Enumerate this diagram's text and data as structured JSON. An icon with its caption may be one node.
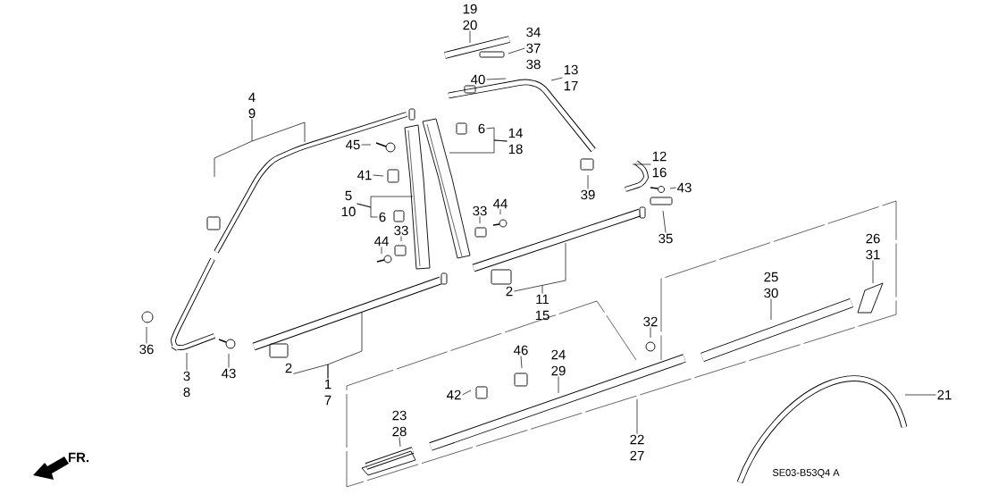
{
  "diagram": {
    "nodes": [
      {
        "text": [
          "19",
          "20"
        ]
      },
      {
        "text": [
          "34",
          "37",
          "38"
        ]
      },
      {
        "text": [
          "40"
        ]
      },
      {
        "text": [
          "13",
          "17"
        ]
      },
      {
        "text": [
          "4",
          "9"
        ]
      },
      {
        "text": [
          "14",
          "18"
        ]
      },
      {
        "text": [
          "45"
        ]
      },
      {
        "text": [
          "12",
          "16"
        ]
      },
      {
        "text": [
          "41"
        ]
      },
      {
        "text": [
          "43"
        ]
      },
      {
        "text": [
          "39"
        ]
      },
      {
        "text": [
          "5",
          "10"
        ]
      },
      {
        "text": [
          "33"
        ]
      },
      {
        "text": [
          "44"
        ]
      },
      {
        "text": [
          "33"
        ]
      },
      {
        "text": [
          "35"
        ]
      },
      {
        "text": [
          "26",
          "31"
        ]
      },
      {
        "text": [
          "44"
        ]
      },
      {
        "text": [
          "25",
          "30"
        ]
      },
      {
        "text": [
          "11",
          "15"
        ]
      },
      {
        "text": [
          "36"
        ]
      },
      {
        "text": [
          "32"
        ]
      },
      {
        "text": [
          "24",
          "29"
        ]
      },
      {
        "text": [
          "46"
        ]
      },
      {
        "text": [
          "1",
          "7"
        ]
      },
      {
        "text": [
          "3",
          "8"
        ]
      },
      {
        "text": [
          "43"
        ]
      },
      {
        "text": [
          "42"
        ]
      },
      {
        "text": [
          "21"
        ]
      },
      {
        "text": [
          "23",
          "28"
        ]
      },
      {
        "text": [
          "22",
          "27"
        ]
      },
      {
        "text": [
          "6"
        ]
      },
      {
        "text": [
          "6"
        ]
      },
      {
        "text": [
          "2"
        ]
      },
      {
        "text": [
          "2"
        ]
      }
    ],
    "edges": [
      {
        "from": 0,
        "to": null,
        "arrow": "none"
      },
      {
        "from": 1,
        "to": null,
        "arrow": "none"
      },
      {
        "from": 2,
        "to": null,
        "arrow": "none"
      },
      {
        "from": 3,
        "to": null,
        "arrow": "none"
      },
      {
        "from": 4,
        "to": null,
        "arrow": "none"
      },
      {
        "from": 5,
        "to": null,
        "arrow": "none"
      },
      {
        "from": 6,
        "to": null,
        "arrow": "none"
      },
      {
        "from": 7,
        "to": null,
        "arrow": "none"
      },
      {
        "from": 8,
        "to": null,
        "arrow": "none"
      },
      {
        "from": 9,
        "to": null,
        "arrow": "none"
      },
      {
        "from": 10,
        "to": null,
        "arrow": "none"
      },
      {
        "from": 11,
        "to": null,
        "arrow": "none"
      },
      {
        "from": 12,
        "to": null,
        "arrow": "none"
      },
      {
        "from": 13,
        "to": null,
        "arrow": "none"
      },
      {
        "from": 14,
        "to": null,
        "arrow": "none"
      },
      {
        "from": 15,
        "to": null,
        "arrow": "none"
      },
      {
        "from": 16,
        "to": null,
        "arrow": "none"
      },
      {
        "from": 17,
        "to": null,
        "arrow": "none"
      },
      {
        "from": 18,
        "to": null,
        "arrow": "none"
      },
      {
        "from": 19,
        "to": 33,
        "arrow": "none"
      },
      {
        "from": 20,
        "to": null,
        "arrow": "none"
      },
      {
        "from": 21,
        "to": null,
        "arrow": "none"
      },
      {
        "from": 22,
        "to": null,
        "arrow": "none"
      },
      {
        "from": 23,
        "to": null,
        "arrow": "none"
      },
      {
        "from": 24,
        "to": null,
        "arrow": "none"
      },
      {
        "from": 25,
        "to": null,
        "arrow": "none"
      },
      {
        "from": 26,
        "to": null,
        "arrow": "none"
      },
      {
        "from": 27,
        "to": null,
        "arrow": "none"
      },
      {
        "from": 28,
        "to": null,
        "arrow": "none"
      },
      {
        "from": 29,
        "to": null,
        "arrow": "none"
      },
      {
        "from": 30,
        "to": null,
        "arrow": "none"
      },
      {
        "from": 5,
        "to": 31,
        "arrow": "none"
      },
      {
        "from": 11,
        "to": 32,
        "arrow": "none"
      },
      {
        "from": 24,
        "to": 34,
        "arrow": "none"
      }
    ],
    "labels": [
      "FR.",
      "SE03-B53Q4 A"
    ]
  }
}
